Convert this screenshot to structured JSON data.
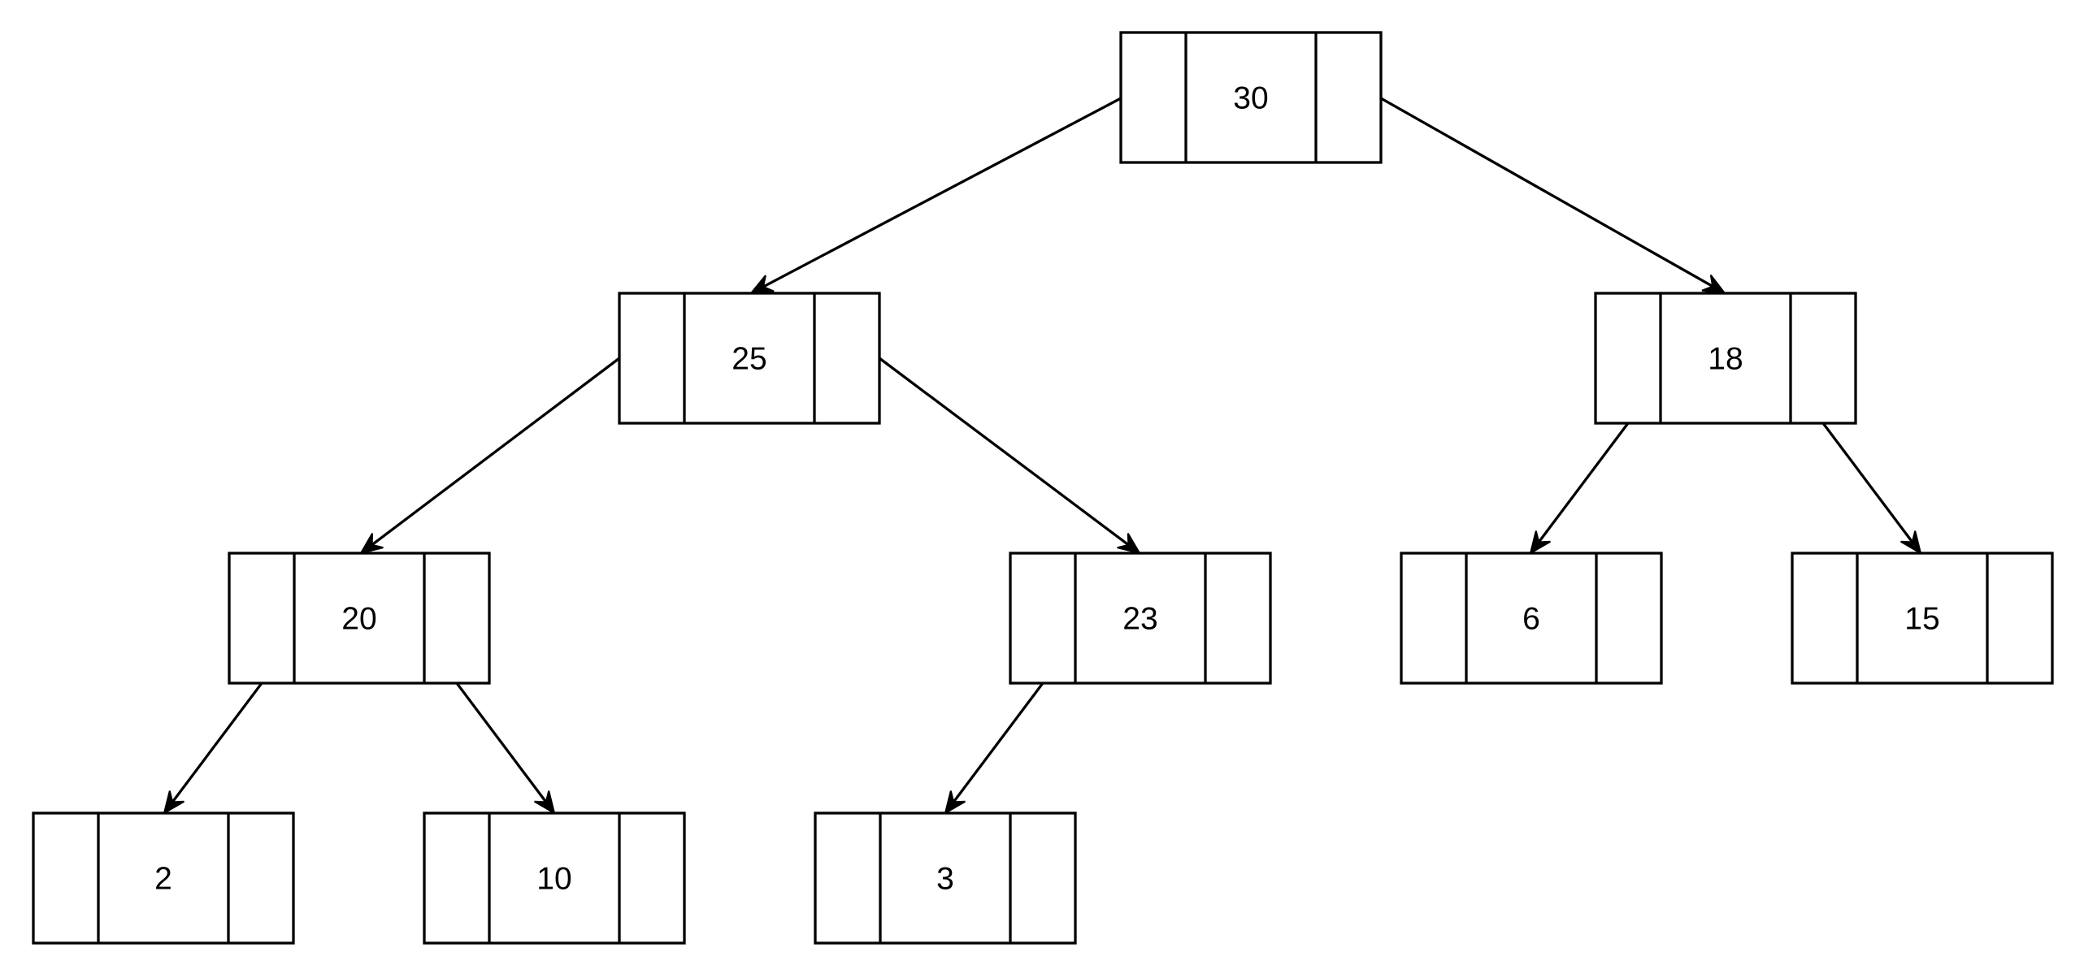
{
  "tree": {
    "type": "binary-tree",
    "colors": {
      "stroke": "#000000",
      "fill": "#ffffff",
      "text": "#000000"
    },
    "nodes": [
      {
        "id": "n30",
        "value": "30"
      },
      {
        "id": "n25",
        "value": "25"
      },
      {
        "id": "n18",
        "value": "18"
      },
      {
        "id": "n20",
        "value": "20"
      },
      {
        "id": "n23",
        "value": "23"
      },
      {
        "id": "n6",
        "value": "6"
      },
      {
        "id": "n15",
        "value": "15"
      },
      {
        "id": "n2",
        "value": "2"
      },
      {
        "id": "n10",
        "value": "10"
      },
      {
        "id": "n3",
        "value": "3"
      }
    ],
    "edges": [
      {
        "from": "n30",
        "to": "n25"
      },
      {
        "from": "n30",
        "to": "n18"
      },
      {
        "from": "n25",
        "to": "n20"
      },
      {
        "from": "n25",
        "to": "n23"
      },
      {
        "from": "n18",
        "to": "n6"
      },
      {
        "from": "n18",
        "to": "n15"
      },
      {
        "from": "n20",
        "to": "n2"
      },
      {
        "from": "n20",
        "to": "n10"
      },
      {
        "from": "n23",
        "to": "n3"
      }
    ]
  }
}
